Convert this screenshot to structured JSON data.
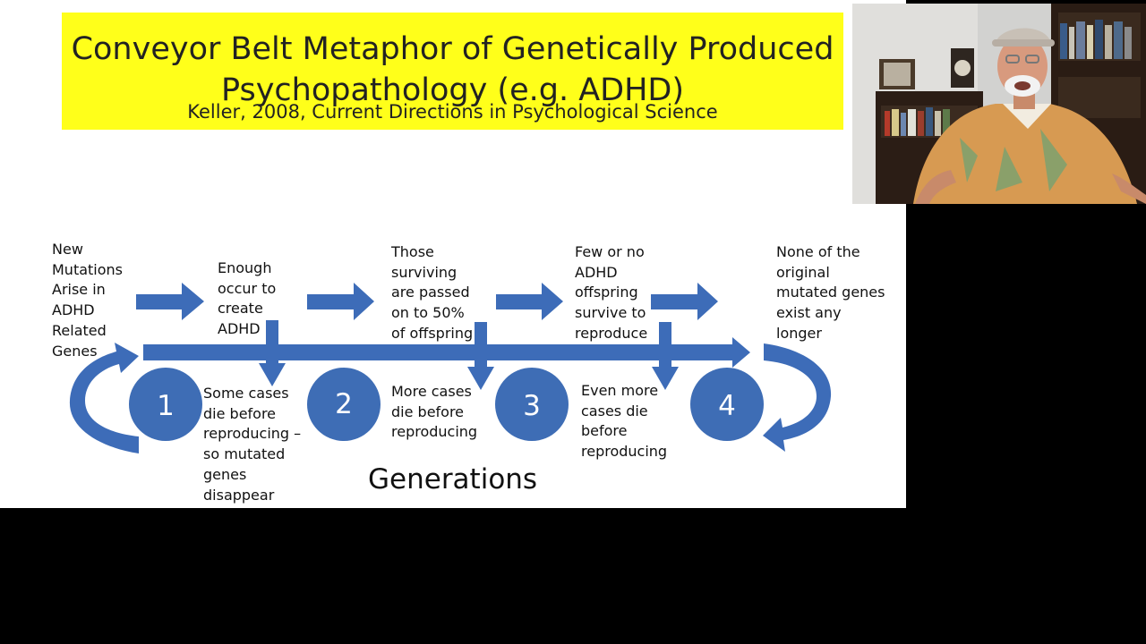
{
  "slide": {
    "title_line1": "Conveyor Belt Metaphor of Genetically Produced",
    "title_line2": "Psychopathology (e.g. ADHD)",
    "subtitle": "Keller, 2008, Current Directions in Psychological Science",
    "labels": {
      "new_mutations": "New\nMutations\nArise in\nADHD\nRelated\nGenes",
      "enough_occur": "Enough\noccur to\ncreate\nADHD",
      "those_surviving": "Those\nsurviving\nare passed\non to 50%\nof offspring",
      "few_or_no": "Few or no\nADHD\noffspring\nsurvive to\nreproduce",
      "none_original": "None of the\noriginal\nmutated genes\nexist any\nlonger",
      "some_cases": "Some cases\ndie before\nreproducing –\nso mutated\ngenes\ndisappear",
      "more_cases": "More cases\ndie before\nreproducing",
      "even_more": "Even more\ncases die\nbefore\nreproducing"
    },
    "generations": [
      "1",
      "2",
      "3",
      "4"
    ],
    "generations_label": "Generations",
    "colors": {
      "title_bg": "#ffff1a",
      "arrow_blue": "#3d6cb8",
      "circle_blue": "#3e6db5"
    }
  },
  "webcam": {
    "description_icon": "presenter-video-feed"
  }
}
